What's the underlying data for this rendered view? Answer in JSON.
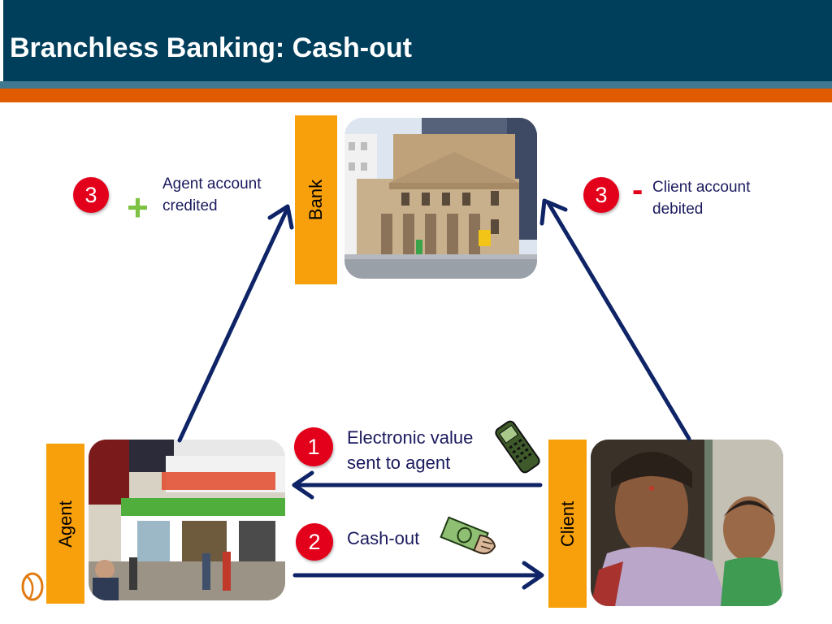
{
  "slide": {
    "title": "Branchless Banking: Cash-out"
  },
  "nodes": {
    "bank_label": "Bank",
    "agent_label": "Agent",
    "client_label": "Client"
  },
  "steps": [
    {
      "number": "1",
      "text_line1": "Electronic value",
      "text_line2": "sent to agent"
    },
    {
      "number": "2",
      "text_line1": "Cash-out"
    },
    {
      "number": "3",
      "sign": "+",
      "text_line1": "Agent account",
      "text_line2": "credited"
    },
    {
      "number": "3",
      "sign": "-",
      "text_line1": "Client account",
      "text_line2": "debited"
    }
  ],
  "colors": {
    "header": "#003f5c",
    "accent_orange": "#e05a00",
    "label_bar": "#f7a00c",
    "badge": "#e3001b",
    "arrow": "#0e2466",
    "plus": "#7dc243"
  },
  "icons": [
    "mobile-phone-icon",
    "money-hand-icon",
    "logo-icon"
  ]
}
